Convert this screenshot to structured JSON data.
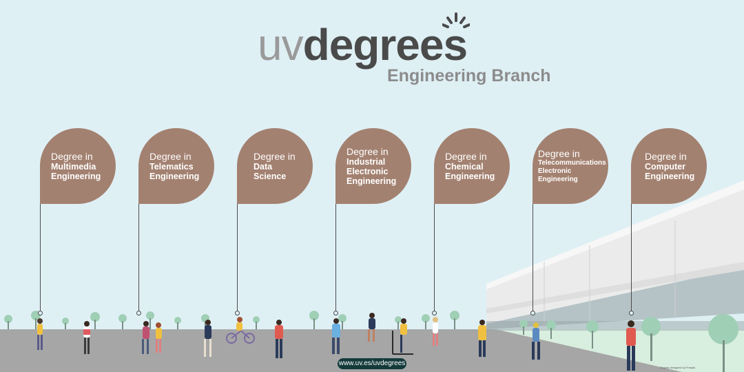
{
  "logo": {
    "part1": "uv",
    "part2": "degre",
    "part3": "es",
    "colors": {
      "uv": "#9a9a9a",
      "degrees": "#4a4a4a"
    }
  },
  "subtitle": "Engineering Branch",
  "bubbles": [
    {
      "line1": "Degree in",
      "line2": "Multimedia\nEngineering"
    },
    {
      "line1": "Degree in",
      "line2": "Telematics\nEngineering"
    },
    {
      "line1": "Degree in",
      "line2": "Data\nScience"
    },
    {
      "line1": "Degree in",
      "line2": "Industrial\nElectronic\nEngineering"
    },
    {
      "line1": "Degree in",
      "line2": "Chemical\nEngineering"
    },
    {
      "line1": "Degree in",
      "line2": "Telecommunications\nElectronic\nEngineering"
    },
    {
      "line1": "Degree in",
      "line2": "Computer\nEngineering"
    }
  ],
  "footer": {
    "url": "www.uv.es/uvdegrees",
    "credit": "Graphic designed by Freepik"
  },
  "colors": {
    "sky": "#dff0f5",
    "bubble": "#a38170",
    "ground": "#a6a6a6",
    "url_pill": "#143a3a"
  }
}
